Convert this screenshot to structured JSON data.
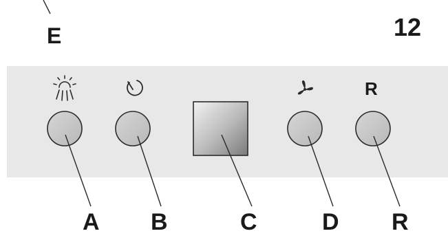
{
  "figure_number": "12",
  "panel": {
    "symbols": {
      "reset": "R"
    },
    "callouts": {
      "e": "E",
      "a": "A",
      "b": "B",
      "c": "C",
      "d": "D",
      "r": "R"
    }
  },
  "icons": {
    "a": "light-icon",
    "b": "timer-icon",
    "d": "fan-icon"
  },
  "colors": {
    "panel": "#e8e8e8",
    "button_fill": "#c4c4c4",
    "outline": "#2a2a2a"
  }
}
